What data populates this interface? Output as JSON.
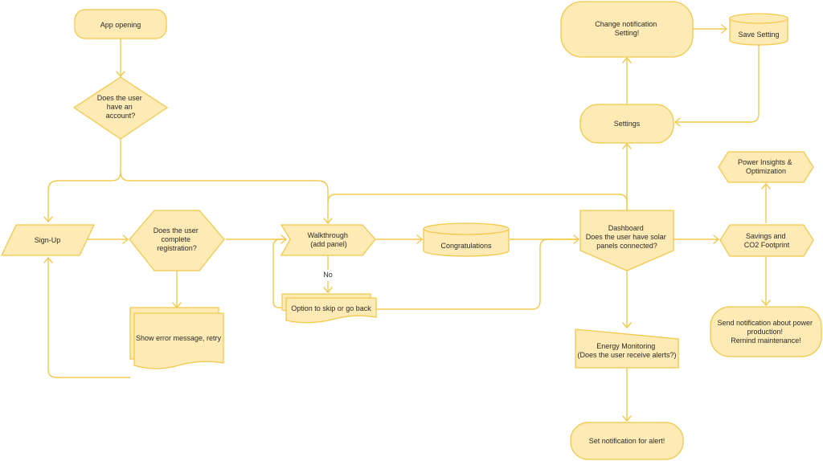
{
  "nodes": {
    "app_opening": {
      "lines": [
        "App opening"
      ]
    },
    "has_account": {
      "lines": [
        "Does the user",
        "have an",
        "account?"
      ]
    },
    "sign_up": {
      "lines": [
        "Sign-Up"
      ]
    },
    "complete_registration": {
      "lines": [
        "Does the user",
        "complete",
        "registration?"
      ]
    },
    "error_message": {
      "lines": [
        "Show error message, retry"
      ]
    },
    "walkthrough": {
      "lines": [
        "Walkthrough",
        "(add panel)"
      ]
    },
    "skip_or_back": {
      "lines": [
        "Option to skip or go back"
      ]
    },
    "congratulations": {
      "lines": [
        "Congratulations"
      ]
    },
    "dashboard": {
      "lines": [
        "Dashboard",
        "Does the user have solar",
        "panels connected?"
      ]
    },
    "energy_monitoring": {
      "lines": [
        "Energy Monitoring",
        "(Does the user receive alerts?)"
      ]
    },
    "set_alert": {
      "lines": [
        "Set notification for alert!"
      ]
    },
    "settings": {
      "lines": [
        "Settings"
      ]
    },
    "change_notification": {
      "lines": [
        "Change notification",
        "Setting!"
      ]
    },
    "save_setting": {
      "lines": [
        "Save Setting"
      ]
    },
    "savings_co2": {
      "lines": [
        "Savings and",
        "CO2 Footprint"
      ]
    },
    "power_insights": {
      "lines": [
        "Power Insights &",
        "Optimization"
      ]
    },
    "send_notification": {
      "lines": [
        "Send notification about power",
        "production!",
        "Remind maintenance!"
      ]
    }
  },
  "edge_labels": {
    "no": "No"
  }
}
